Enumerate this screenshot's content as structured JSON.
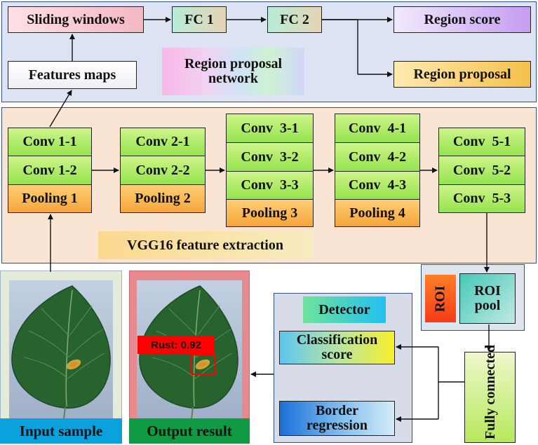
{
  "rpn": {
    "sliding_windows": "Sliding windows",
    "fc1": "FC 1",
    "fc2": "FC 2",
    "region_score": "Region score",
    "region_proposal": "Region proposal",
    "features_maps": "Features maps",
    "title": "Region proposal network"
  },
  "vgg": {
    "title": "VGG16 feature extraction",
    "block1": [
      "Conv 1-1",
      "Conv 1-2",
      "Pooling 1"
    ],
    "block2": [
      "Conv 2-1",
      "Conv 2-2",
      "Pooling 2"
    ],
    "block3": [
      "Conv  3-1",
      "Conv  3-2",
      "Conv  3-3",
      "Pooling 3"
    ],
    "block4": [
      "Conv  4-1",
      "Conv  4-2",
      "Conv  4-3",
      "Pooling 4"
    ],
    "block5": [
      "Conv  5-1",
      "Conv  5-2",
      "Conv  5-3"
    ]
  },
  "roi": {
    "roi_label": "ROI",
    "roi_pool": "ROI pool"
  },
  "detector": {
    "title": "Detector",
    "classification": "Classification score",
    "border": "Border regression"
  },
  "fully_connected": "Fully connected",
  "input_caption": "Input sample",
  "output_caption": "Output result",
  "detection_label": "Rust: 0.92",
  "colors": {
    "panel_blue": "#dde3f3",
    "panel_orange": "#fae4d4",
    "conv_green": "#a8eb60",
    "pooling_orange": "#f7b04a",
    "input_caption_bg": "#0aa1dd",
    "output_caption_bg": "#0f9a43",
    "output_frame": "#e78a8f",
    "detection_red": "#ff0000"
  }
}
